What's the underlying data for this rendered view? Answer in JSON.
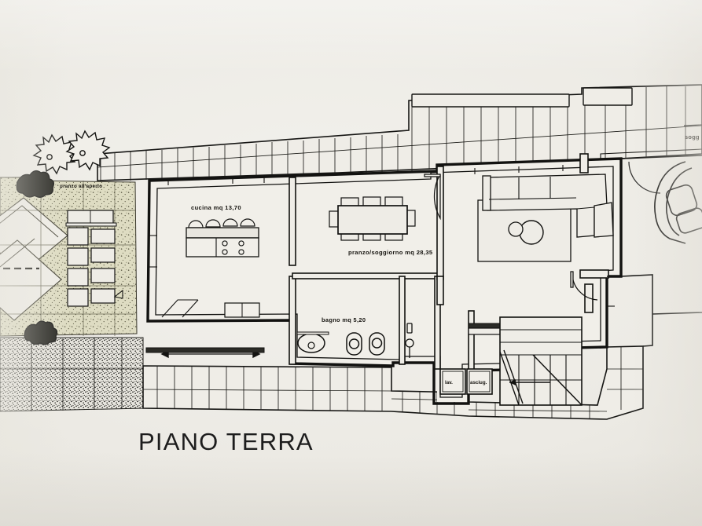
{
  "document": {
    "kind": "architectural-floor-plan",
    "title": "PIANO TERRA",
    "language": "it"
  },
  "labels": {
    "title": "PIANO TERRA",
    "kitchen": "cucina mq 13,70",
    "living_dining": "pranzo/soggiorno mq 28,35",
    "bathroom": "bagno mq 5,20",
    "outdoor_dining": "pranzo all'aperto",
    "washer": "lav.",
    "dryer": "asciug.",
    "living_right_cut": "sogg"
  },
  "rooms": [
    {
      "name": "cucina",
      "label": "cucina mq 13,70",
      "area_mq": 13.7
    },
    {
      "name": "pranzo/soggiorno",
      "label": "pranzo/soggiorno mq 28,35",
      "area_mq": 28.35
    },
    {
      "name": "bagno",
      "label": "bagno mq 5,20",
      "area_mq": 5.2
    },
    {
      "name": "pranzo all'aperto",
      "label": "pranzo all'aperto",
      "area_mq": null
    }
  ],
  "fixtures": [
    {
      "name": "kitchen-island",
      "detail": "4 stools, 4-burner cooktop"
    },
    {
      "name": "dining-table",
      "detail": "6 chairs"
    },
    {
      "name": "sectional-sofa",
      "detail": "L-shaped"
    },
    {
      "name": "round-coffee-tables",
      "detail": "two circles"
    },
    {
      "name": "washbasin"
    },
    {
      "name": "toilet"
    },
    {
      "name": "bidet"
    },
    {
      "name": "staircase",
      "detail": "with direction arrow"
    },
    {
      "name": "outdoor-dining-table",
      "detail": "6 chairs"
    },
    {
      "name": "parked-car"
    },
    {
      "name": "trees",
      "count": 2
    },
    {
      "name": "shrub",
      "count": 1
    }
  ],
  "colors": {
    "paper": "#eceae4",
    "ink": "#15130f",
    "garden": "#d8d6bc",
    "garden_stipple": "#6f6d55",
    "wall": "#1a1a18",
    "floor": "#eeece6",
    "title_ink": "#1d1d1d"
  }
}
